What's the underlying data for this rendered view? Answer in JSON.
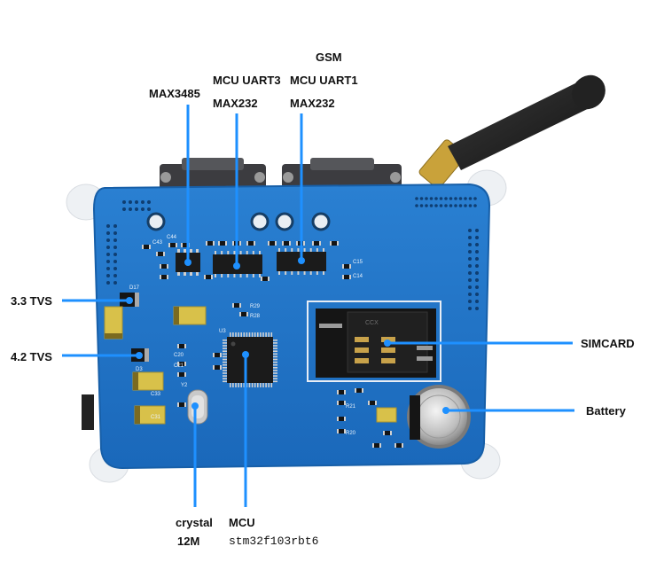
{
  "labels": {
    "max3485": "MAX3485",
    "mcu_uart3": "MCU UART3",
    "max232_a": "MAX232",
    "gsm": "GSM",
    "mcu_uart1": "MCU UART1",
    "max232_b": "MAX232",
    "tvs_33": "3.3 TVS",
    "tvs_42": "4.2 TVS",
    "simcard": "SIMCARD",
    "battery": "Battery",
    "crystal": "crystal",
    "crystal_freq": "12M",
    "mcu": "MCU",
    "mcu_part": "stm32f103rbt6"
  },
  "silkscreen": {
    "d17": "D17",
    "d3": "D3",
    "u3": "U3",
    "y2": "Y2",
    "c43": "C43",
    "c44": "C44",
    "c15": "C15",
    "c14": "C14",
    "c33": "C33",
    "c31": "C31",
    "r29": "R29",
    "r28": "R28",
    "r21": "R21",
    "r20": "R20",
    "c20": "C20",
    "c21": "C21",
    "sim_model": "CCX"
  },
  "colors": {
    "pcb": "#1f74c9",
    "pcb_edge": "#175fa8",
    "callout": "#1e90ff",
    "label_text": "#111111",
    "chip": "#1b1b1b",
    "connector": "#2a2a2e",
    "metal": "#c8c8c8",
    "cap_yellow": "#d8c14a"
  },
  "icons": {
    "antenna": "antenna-icon",
    "coin_cell": "coin-cell-battery-icon",
    "sim_holder": "sim-card-holder-icon"
  }
}
